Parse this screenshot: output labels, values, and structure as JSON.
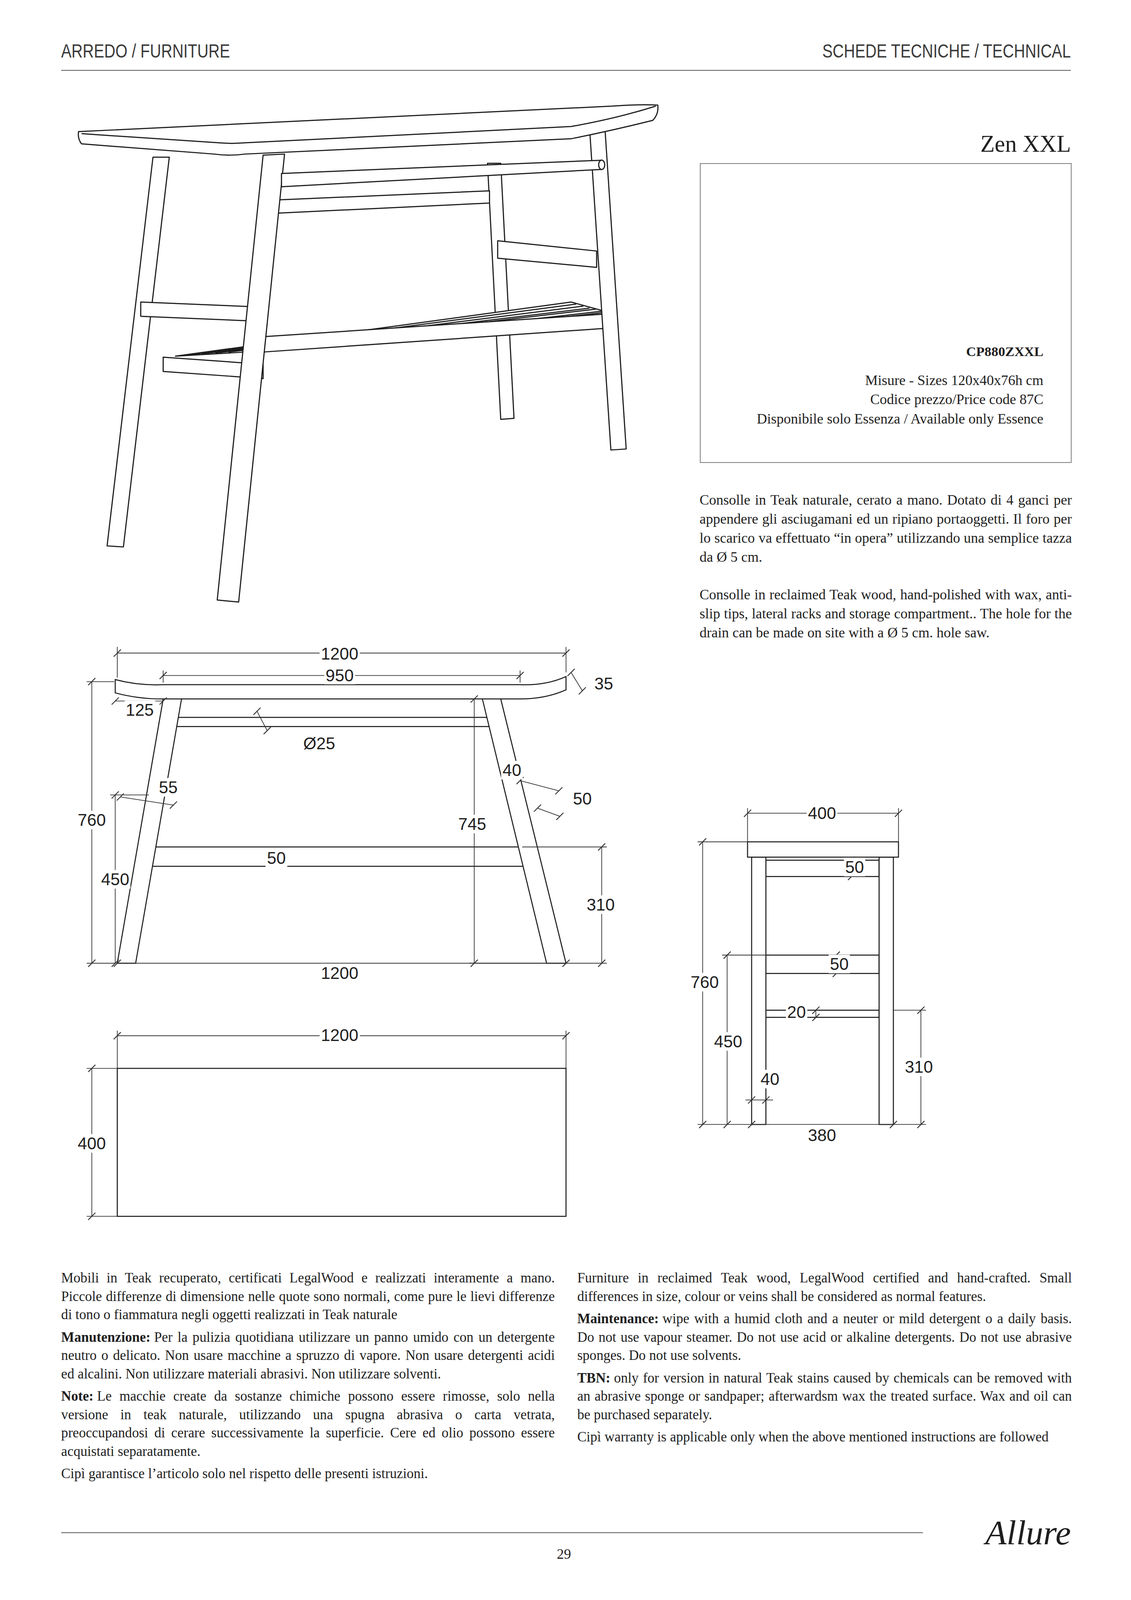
{
  "diagram": {
    "nodes": [
      {
        "text": [
          "Zen XXL",
          "CP880ZXXL",
          "Misure - Sizes 120x40x76h cm",
          "Codice prezzo/Price code 87C",
          "Disponibile solo Essenza / Available only Essence"
        ]
      }
    ],
    "labels": [
      "ARREDO / FURNITURE",
      "SCHEDE TECNICHE / TECHNICAL",
      "Consolle in Teak naturale, cerato a mano. Dotato di 4 ganci per appendere gli asciugamani ed un ripiano portaoggetti. Il foro per lo scarico va effettuato “in opera” utilizzando una semplice tazza da Ø 5 cm.",
      "Consolle in reclaimed Teak wood, hand-polished with wax, anti-slip tips, lateral racks and storage compartment.. The hole for the drain can be made on site with a Ø 5 cm. hole saw.",
      "1200",
      "950",
      "35",
      "125",
      "Ø25",
      "55",
      "40",
      "50",
      "760",
      "745",
      "450",
      "50",
      "310",
      "1200",
      "1200",
      "400",
      "400",
      "50",
      "760",
      "50",
      "20",
      "450",
      "310",
      "40",
      "380",
      "Mobili in Teak recuperato, certificati LegalWood e realizzati interamente a mano. Piccole differenze di dimensione nelle quote sono normali, come pure le lievi differenze di tono o fiammatura negli oggetti realizzati in Teak naturale",
      "Manutenzione:",
      "Per la pulizia quotidiana utilizzare un panno umido con un detergente neutro o delicato. Non usare macchine a spruzzo di vapore. Non usare detergenti acidi ed alcalini. Non utilizzare materiali abrasivi. Non utilizzare solventi.",
      "Note:",
      "Le macchie create da sostanze chimiche possono essere rimosse, solo nella versione in teak naturale, utilizzando una spugna abrasiva o carta vetrata, preoccupandosi di cerare successivamente la superficie. Cere ed olio possono essere acquistati separatamente.",
      "Cipì garantisce l’articolo solo nel rispetto delle presenti istruzioni.",
      "Furniture in reclaimed Teak wood, LegalWood certified and hand-crafted. Small differences in size, colour or veins shall be considered as normal features.",
      "Maintenance:",
      "wipe with a humid cloth and a neuter or mild detergent o a daily basis. Do not use vapour steamer. Do not use acid or alkaline detergents. Do not use abrasive sponges. Do not use solvents.",
      "TBN:",
      "only for version in natural Teak stains caused by chemicals can be removed with an abrasive sponge or sandpaper; afterwardsm wax the treated surface. Wax and oil can be purchased separately.",
      "Cipì warranty is applicable only when the above mentioned instructions are followed",
      "29",
      "Allure"
    ]
  }
}
